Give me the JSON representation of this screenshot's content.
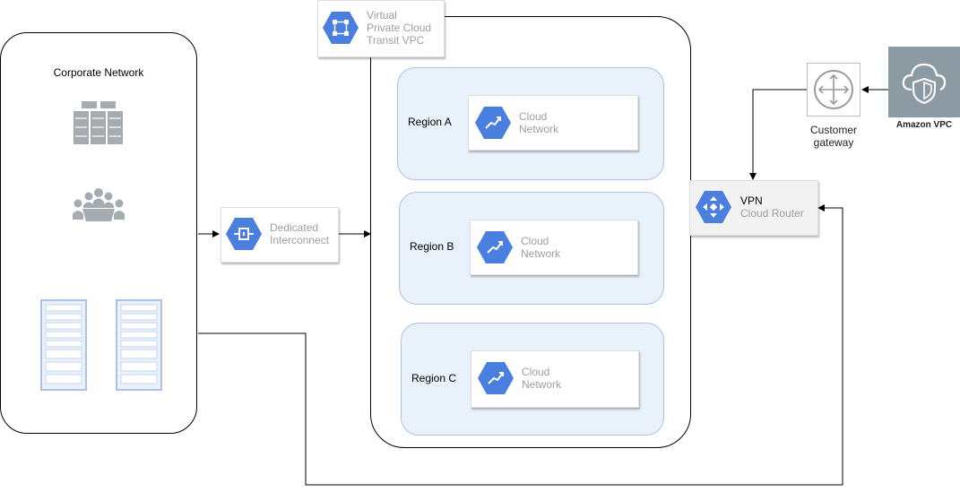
{
  "corporate": {
    "title": "Corporate Network"
  },
  "vpc": {
    "line1": "Virtual",
    "line2": "Private Cloud",
    "line3": "Transit VPC"
  },
  "interconnect": {
    "line1": "Dedicated",
    "line2": "Interconnect"
  },
  "regions": [
    {
      "label": "Region A",
      "svc_line1": "Cloud",
      "svc_line2": "Network"
    },
    {
      "label": "Region B",
      "svc_line1": "Cloud",
      "svc_line2": "Network"
    },
    {
      "label": "Region C",
      "svc_line1": "Cloud",
      "svc_line2": "Network"
    }
  ],
  "vpn": {
    "title": "VPN",
    "subtitle": "Cloud Router"
  },
  "customer_gateway": {
    "line1": "Customer",
    "line2": "gateway"
  },
  "amazon": {
    "label": "Amazon VPC"
  },
  "colors": {
    "gcp_blue": "#4a7fe0",
    "aws_grey": "#8c9aa4",
    "region_fill": "#e9f1fb",
    "region_border": "#a9c4e8"
  }
}
